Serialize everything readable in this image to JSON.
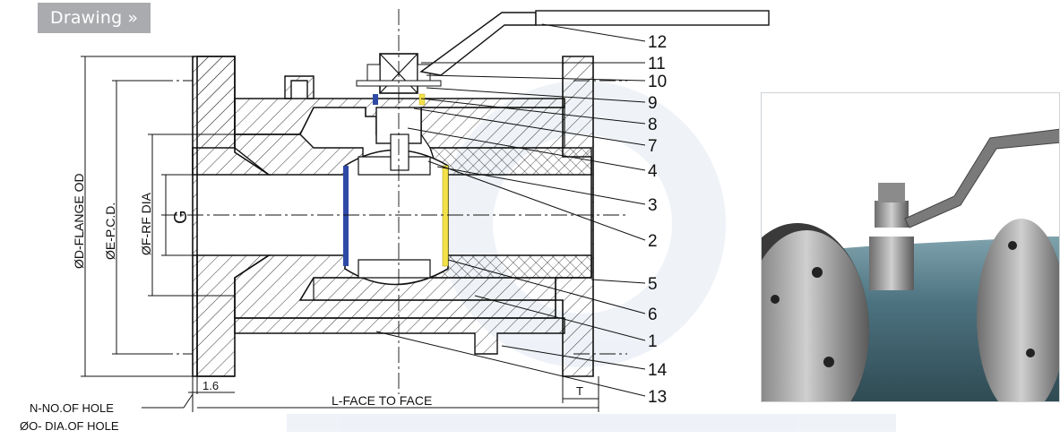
{
  "section_tab": {
    "label": "Drawing",
    "arrow": "»"
  },
  "dimensions": {
    "flange_od": "ØD-FLANGE OD",
    "pcd": "ØE-P.C.D.",
    "rf_dia": "ØF-RF DIA",
    "bore": "G",
    "gasket": "1.6",
    "face_to_face": "L-FACE TO FACE",
    "thickness": "T",
    "holes_no": "N-NO.OF HOLE",
    "holes_dia": "ØO- DIA.OF HOLE"
  },
  "part_numbers": [
    "12",
    "11",
    "10",
    "9",
    "8",
    "7",
    "4",
    "3",
    "2",
    "5",
    "6",
    "1",
    "14",
    "13"
  ],
  "photo": {
    "subject": "ball valve with lever handle"
  }
}
